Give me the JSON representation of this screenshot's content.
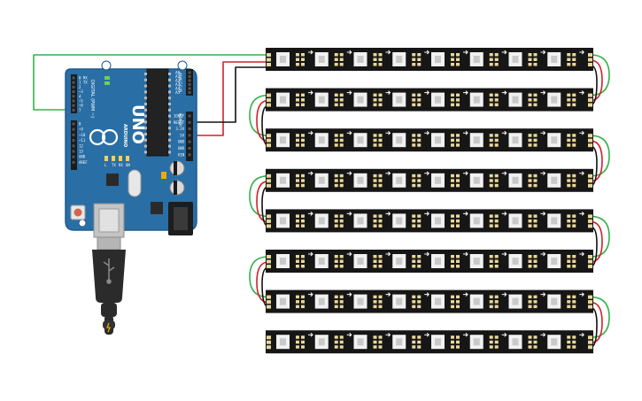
{
  "colors": {
    "board": "#2a6ea6",
    "board_edge": "#1e5a8c",
    "header": "#1c1c1c",
    "strip": "#161616",
    "led_body": "#f1f1f1",
    "led_core": "#c9c9c9",
    "pad": "#e9d79a",
    "wire_green": "#35b24a",
    "wire_red": "#d0202a",
    "wire_black": "#111111",
    "usb_metal": "#b5b5b5",
    "cable": "#2b2b2b",
    "led_power": "#6fd24a",
    "reset_button": "#d6644f"
  },
  "board": {
    "model": "UNO",
    "brand": "ARDUINO",
    "header_digital": "DIGITAL (PWM ~)",
    "header_power": "POWER",
    "header_analog": "ANALOG IN",
    "pins_digital_top": [
      "0 RX",
      "1 TX",
      "2",
      "~3",
      "4",
      "~5",
      "~6",
      "7"
    ],
    "pins_digital_bottom": [
      "8",
      "~9",
      "~10",
      "~11",
      "12",
      "13",
      "GND",
      "AREF"
    ],
    "pins_power": [
      "IOREF",
      "RESET",
      "3.3V",
      "5V",
      "GND",
      "GND",
      "VIN"
    ],
    "pins_analog": [
      "A0",
      "A1",
      "A2",
      "A3",
      "A4",
      "A5"
    ],
    "led_labels": [
      "L",
      "TX",
      "RX",
      "ON"
    ]
  },
  "strips": {
    "count": 8,
    "leds_per_strip": 8
  }
}
